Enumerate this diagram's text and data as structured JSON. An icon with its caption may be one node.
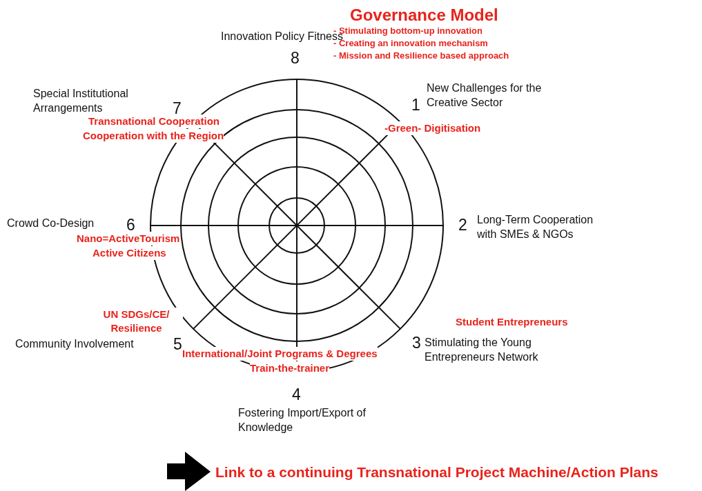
{
  "diagram": {
    "title": "Governance Model",
    "labels": [
      "- Stimulating bottom-up innovation",
      "- Creating an innovation mechanism",
      "- Mission and Resilience based approach",
      "Innovation Policy Fitness",
      "8",
      "Special Institutional Arrangements",
      "7",
      "New Challenges for the Creative Sector",
      "1",
      "Transnational Cooperation",
      "Cooperation with the Region",
      "-Green- Digitisation",
      "Crowd Co-Design",
      "6",
      "Long-Term Cooperation with SMEs & NGOs",
      "2",
      "Nano=ActiveTourism",
      "Active Citizens",
      "UN SDGs/CE/ Resilience",
      "Student Entrepreneurs",
      "Community Involvement",
      "5",
      "3",
      "Stimulating the Young Entrepreneurs Network",
      "International/Joint Programs & Degrees",
      "Train-the-trainer",
      "4",
      "Fostering Import/Export of Knowledge",
      "Link to a continuing Transnational Project Machine/Action Plans"
    ]
  }
}
